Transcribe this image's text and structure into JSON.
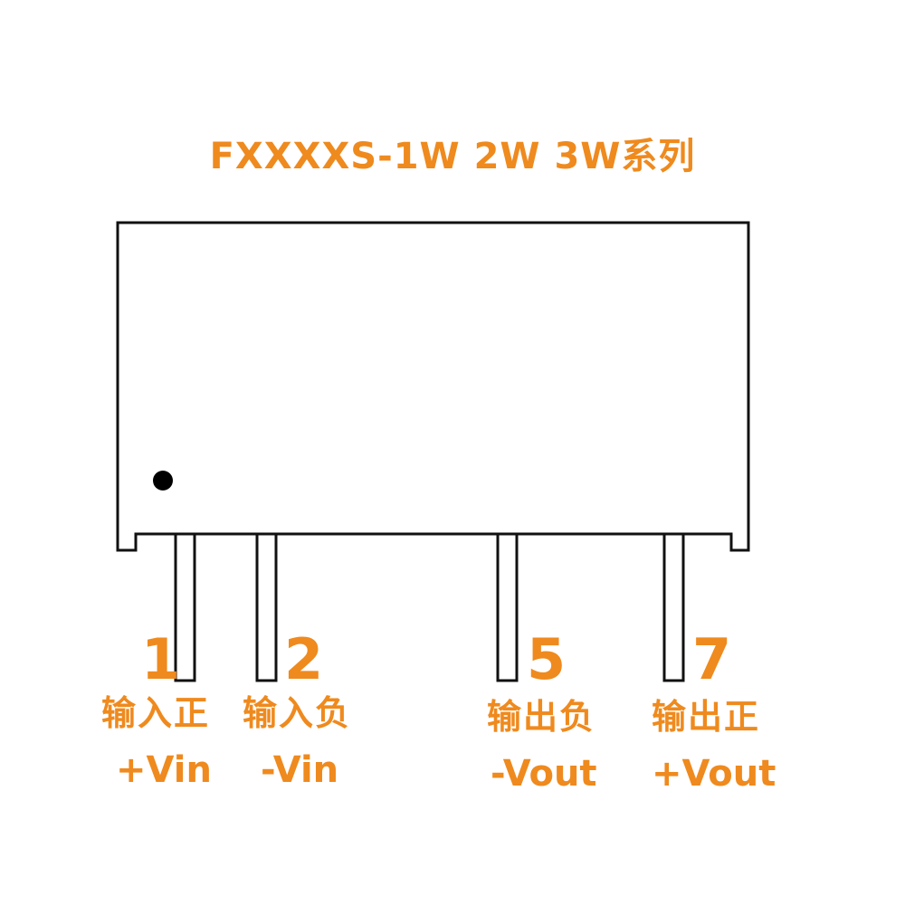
{
  "title": "FXXXXS-1W 2W 3W系列",
  "accent_color": "#ef8a1e",
  "pins": [
    {
      "number": "1",
      "name_cn": "输入正",
      "signal": "+Vin"
    },
    {
      "number": "2",
      "name_cn": "输入负",
      "signal": "-Vin"
    },
    {
      "number": "5",
      "name_cn": "输出负",
      "signal": "-Vout"
    },
    {
      "number": "7",
      "name_cn": "输出正",
      "signal": "+Vout"
    }
  ]
}
